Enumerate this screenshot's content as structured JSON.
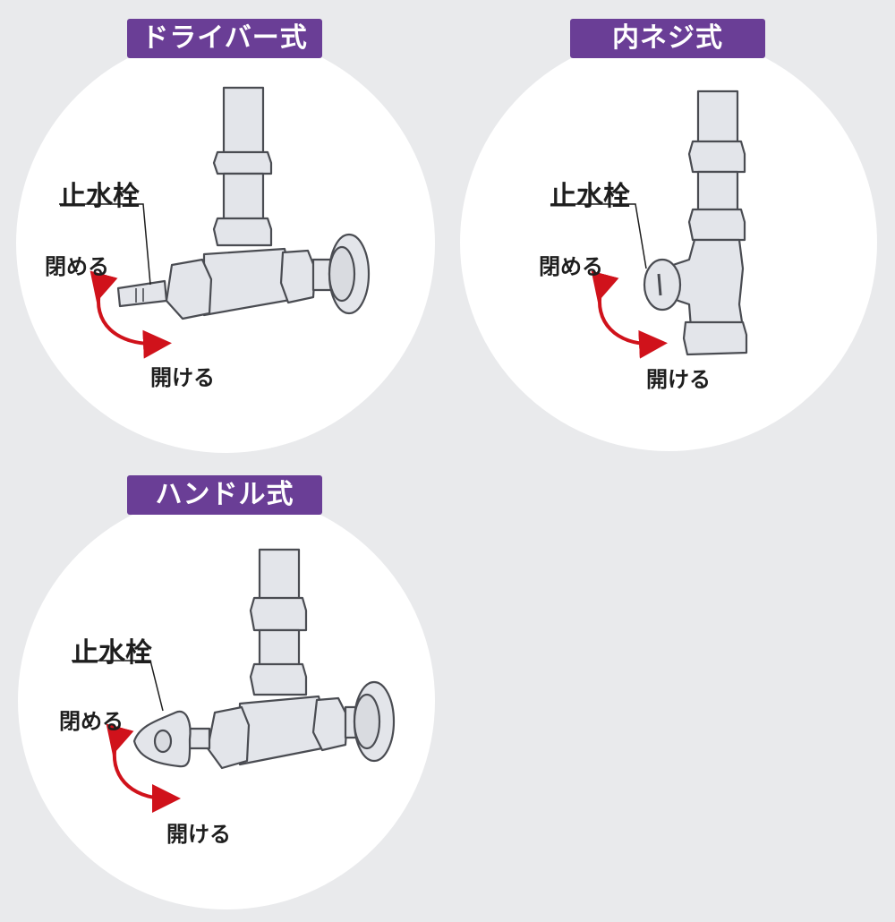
{
  "panels": [
    {
      "title": "ドライバー式",
      "valve_label": "止水栓",
      "close_label": "閉める",
      "open_label": "開ける"
    },
    {
      "title": "内ネジ式",
      "valve_label": "止水栓",
      "close_label": "閉める",
      "open_label": "開ける"
    },
    {
      "title": "ハンドル式",
      "valve_label": "止水栓",
      "close_label": "閉める",
      "open_label": "開ける"
    }
  ],
  "colors": {
    "badge": "#6a3e96",
    "arrow": "#d0121b",
    "metal": "#e3e5ea",
    "outline": "#4a4c52",
    "background": "#e9eaec",
    "circle": "#ffffff"
  },
  "icons": [
    "red-curved-arrow-icon",
    "driver-valve-icon",
    "inner-screw-valve-icon",
    "handle-valve-icon"
  ]
}
